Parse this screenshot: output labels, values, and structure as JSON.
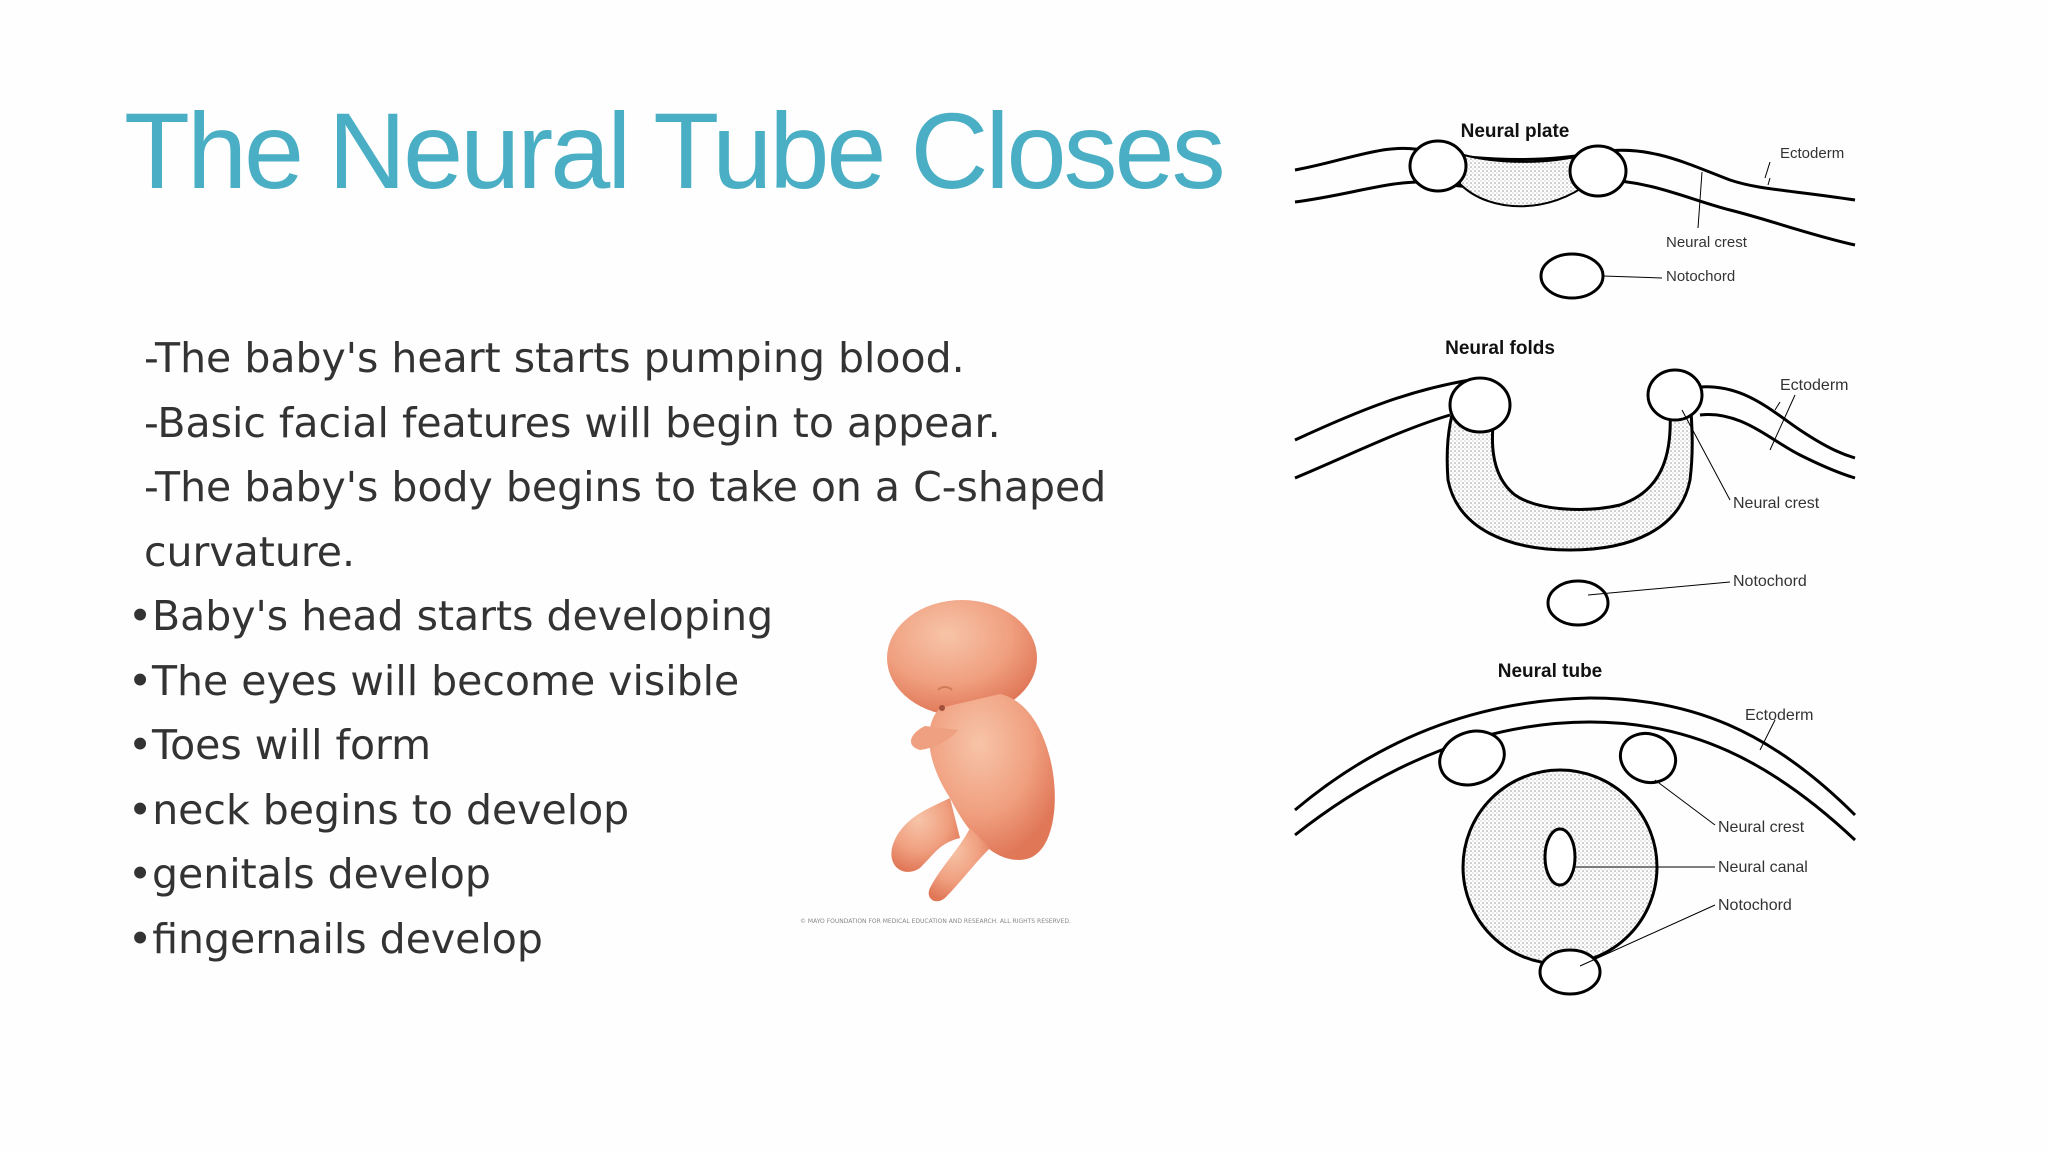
{
  "slide": {
    "title": "The Neural Tube Closes",
    "lines": [
      "-The baby's heart starts pumping blood.",
      "-Basic facial features will begin to appear.",
      "-The baby's body begins to take on a C-shaped",
      "curvature."
    ],
    "bullets": [
      {
        "glyph": "•",
        "text": "Baby's head starts developing"
      },
      {
        "glyph": "•",
        "text": "The eyes will become visible"
      },
      {
        "glyph": "•",
        "text": "Toes will form"
      },
      {
        "glyph": "•",
        "text": "neck begins to develop"
      },
      {
        "glyph": "•",
        "text": "genitals develop"
      },
      {
        "glyph": "•",
        "text": "fingernails develop"
      }
    ],
    "image_credit": "© MAYO FOUNDATION FOR MEDICAL EDUCATION AND RESEARCH. ALL RIGHTS RESERVED."
  },
  "diagram": {
    "panel1": {
      "title": "Neural plate",
      "ectoderm": "Ectoderm",
      "neural_crest": "Neural crest",
      "notochord": "Notochord"
    },
    "panel2": {
      "title": "Neural folds",
      "ectoderm": "Ectoderm",
      "neural_crest": "Neural crest",
      "notochord": "Notochord"
    },
    "panel3": {
      "title": "Neural tube",
      "ectoderm": "Ectoderm",
      "neural_crest": "Neural crest",
      "neural_canal": "Neural canal",
      "notochord": "Notochord"
    }
  },
  "colors": {
    "title": "#4aafc4",
    "text": "#333333",
    "embryo": "#f0a080"
  }
}
